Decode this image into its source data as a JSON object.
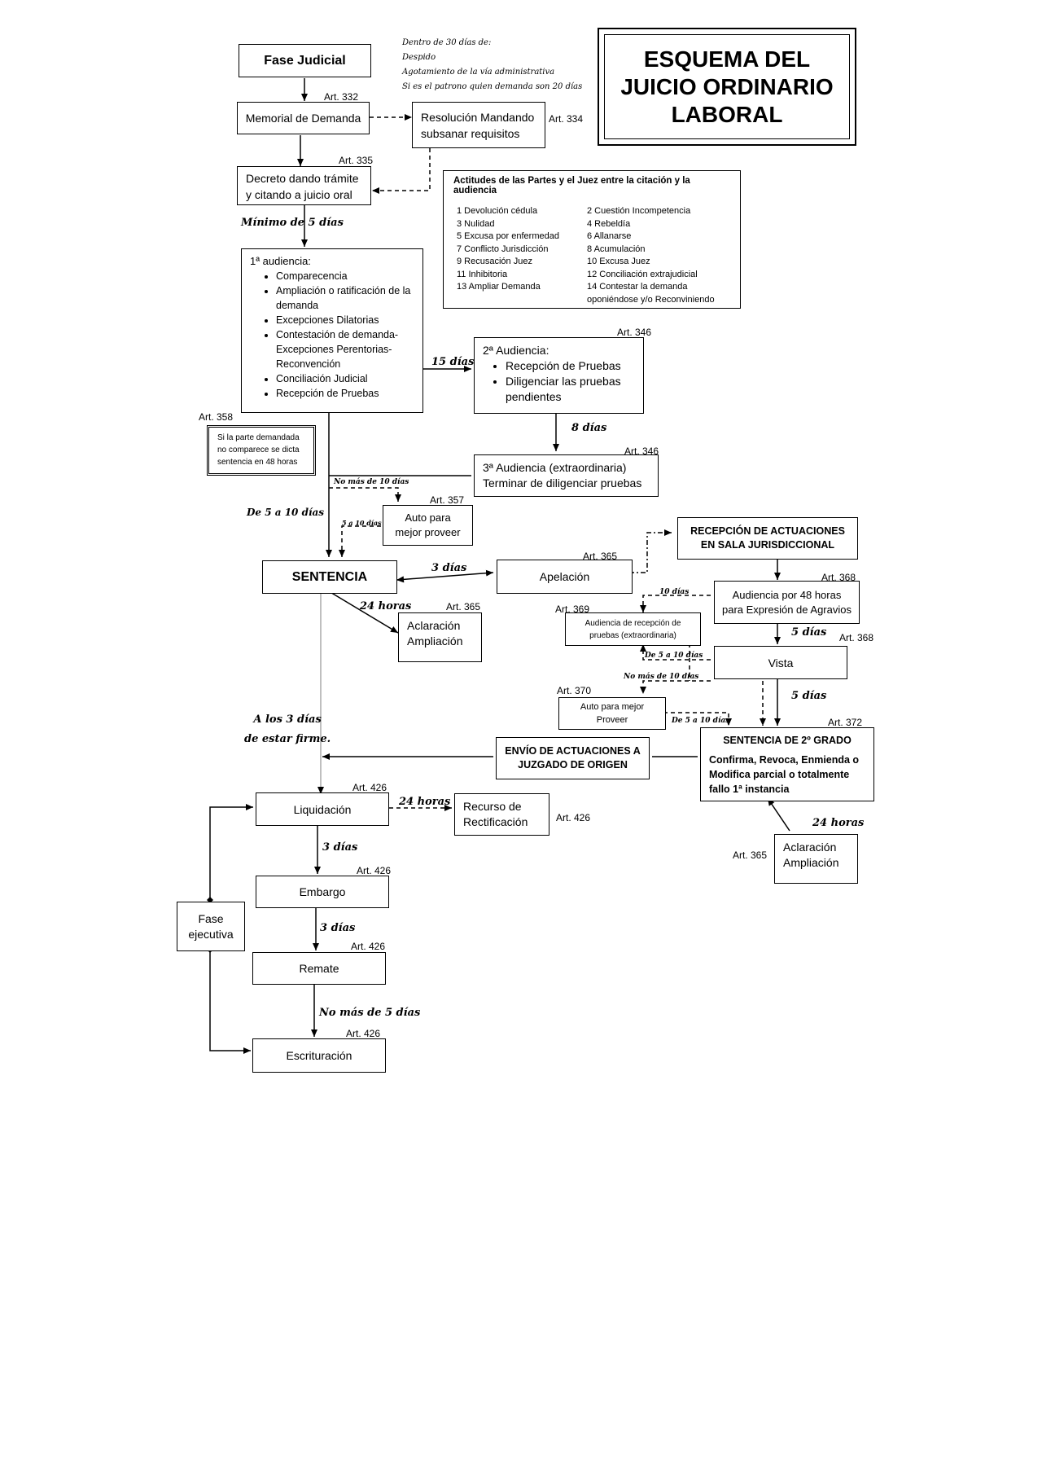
{
  "title": [
    "ESQUEMA DEL",
    "JUICIO ORDINARIO",
    "LABORAL"
  ],
  "notes": {
    "demanda": [
      "Dentro de 30 días de:",
      "Despido",
      "Agotamiento de la vía administrativa",
      "Si es el patrono quien demanda son 20 días"
    ]
  },
  "boxes": {
    "fase_judicial": "Fase Judicial",
    "memorial": "Memorial de Demanda",
    "resolucion": [
      "Resolución Mandando",
      "subsanar requisitos"
    ],
    "decreto": [
      "Decreto dando trámite",
      "y citando a juicio oral"
    ],
    "actitudes_title": "Actitudes de las Partes y el Juez entre la citación y la audiencia",
    "actitudes_left": [
      "1  Devolución cédula",
      "3  Nulidad",
      "5  Excusa por enfermedad",
      "7  Conflicto Jurisdicción",
      "9  Recusación Juez",
      "11  Inhibitoria",
      "13  Ampliar Demanda"
    ],
    "actitudes_right": [
      "2  Cuestión Incompetencia",
      "4  Rebeldía",
      "6  Allanarse",
      "8  Acumulación",
      "10  Excusa Juez",
      "12  Conciliación extrajudicial",
      "14  Contestar la demanda",
      "oponiéndose y/o Reconviniendo"
    ],
    "audiencia1_title": "1ª audiencia:",
    "audiencia1_items": [
      "Comparecencia",
      "Ampliación o ratificación de la demanda",
      "Excepciones Dilatorias",
      "Contestación de demanda- Excepciones Perentorias- Reconvención",
      "Conciliación Judicial",
      "Recepción de Pruebas"
    ],
    "audiencia2_title": "2ª Audiencia:",
    "audiencia2_items": [
      "Recepción de Pruebas",
      "Diligenciar las pruebas pendientes"
    ],
    "audiencia3": [
      "3ª Audiencia (extraordinaria)",
      "Terminar de diligenciar pruebas"
    ],
    "rebeldia": [
      "Si la parte demandada",
      "no comparece se dicta",
      "sentencia en 48 horas"
    ],
    "auto_mejor_proveer": [
      "Auto para",
      "mejor proveer"
    ],
    "sentencia": "SENTENCIA",
    "apelacion": "Apelación",
    "aclaracion1": [
      "Aclaración",
      "Ampliación"
    ],
    "recepcion_sala": [
      "RECEPCIÓN DE ACTUACIONES",
      "EN SALA JURISDICCIONAL"
    ],
    "audiencia48": [
      "Audiencia por 48 horas",
      "para Expresión de Agravios"
    ],
    "audiencia_prueba_extra": [
      "Audiencia de recepción de",
      "pruebas (extraordinaria)"
    ],
    "vista": "Vista",
    "auto_mejor_proveer2": [
      "Auto para mejor",
      "Proveer"
    ],
    "sentencia2_title": "SENTENCIA DE 2º GRADO",
    "sentencia2_body": [
      "Confirma, Revoca, Enmienda o",
      "Modifica parcial o totalmente",
      "fallo 1ª instancia"
    ],
    "envio": [
      "ENVÍO DE ACTUACIONES A",
      "JUZGADO DE ORIGEN"
    ],
    "aclaracion2": [
      "Aclaración",
      "Ampliación"
    ],
    "liquidacion": "Liquidación",
    "recurso": [
      "Recurso de",
      "Rectificación"
    ],
    "embargo": "Embargo",
    "remate": "Remate",
    "escrituracion": "Escrituración",
    "fase_ejecutiva": [
      "Fase",
      "ejecutiva"
    ]
  },
  "articles": {
    "a332": "Art. 332",
    "a334": "Art. 334",
    "a335": "Art. 335",
    "a346a": "Art. 346",
    "a346b": "Art. 346",
    "a358": "Art. 358",
    "a357": "Art. 357",
    "a365a": "Art. 365",
    "a365b": "Art. 365",
    "a368a": "Art. 368",
    "a369": "Art. 369",
    "a368b": "Art. 368",
    "a370": "Art. 370",
    "a372": "Art. 372",
    "a365c": "Art. 365",
    "a426a": "Art. 426",
    "a426b": "Art. 426",
    "a426c": "Art. 426",
    "a426d": "Art. 426",
    "a426e": "Art. 426"
  },
  "timings": {
    "minimo5": "Mínimo de 5 días",
    "d15": "15 días",
    "d8": "8 días",
    "nomas10a": "No más de 10 días",
    "de5a10a": "De 5 a 10 días",
    "de5a10small": "5 a 10 días",
    "d3apel": "3 días",
    "h24a": "24 horas",
    "d10": "10 días",
    "d5vista": "5 días",
    "de5a10b": "De 5 a 10 días",
    "nomas10b": "No más de 10 días",
    "d5sent": "5 días",
    "de5a10c": "De 5 a 10 días",
    "alos3": [
      "A los 3 días",
      "de estar firme."
    ],
    "h24b": "24 horas",
    "h24c": "24 horas",
    "d3emb": "3 días",
    "d3rem": "3 días",
    "nomas5": "No más de 5 días"
  }
}
